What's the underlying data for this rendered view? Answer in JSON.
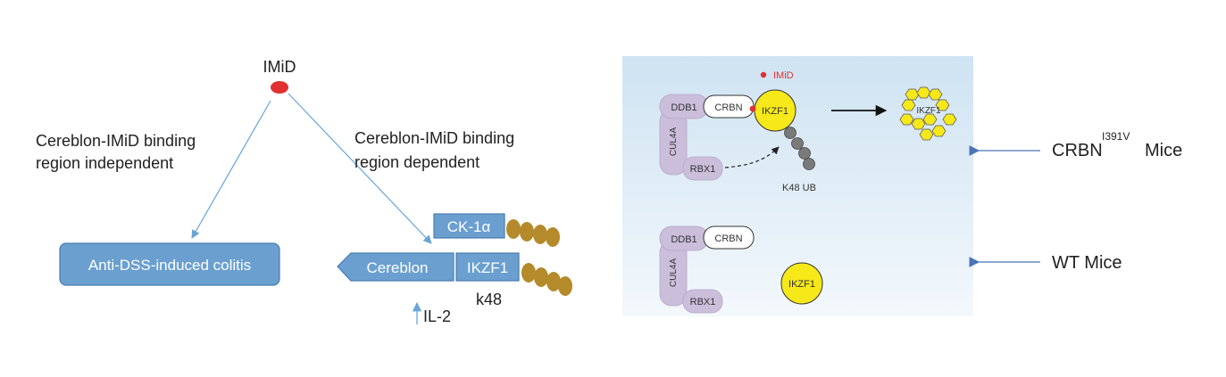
{
  "left_panel": {
    "imid_label": "IMiD",
    "independent_label_line1": "Cereblon-IMiD binding",
    "independent_label_line2": "region independent",
    "dependent_label_line1": "Cereblon-IMiD binding",
    "dependent_label_line2": "region dependent",
    "colitis_box": "Anti-DSS-induced colitis",
    "ck1a_box": "CK-1α",
    "cereblon_box": "Cereblon",
    "ikzf1_box": "IKZF1",
    "k48_label": "k48",
    "il2_label": "IL-2"
  },
  "right_panel": {
    "imid_legend": "IMiD",
    "top_complex": {
      "ddb1": "DDB1",
      "crbn": "CRBN",
      "cul4a": "CUL4A",
      "rbx1": "RBX1",
      "ikzf1": "IKZF1",
      "k48ub": "K48 UB",
      "degraded_label": "IKZF1"
    },
    "bottom_complex": {
      "ddb1": "DDB1",
      "crbn": "CRBN",
      "cul4a": "CUL4A",
      "rbx1": "RBX1",
      "ikzf1": "IKZF1"
    }
  },
  "mouse_labels": {
    "crbn_main": "CRBN",
    "crbn_superscript": "I391V",
    "crbn_suffix": "Mice",
    "wt": "WT Mice"
  },
  "colors": {
    "box_blue": "#6a9fd0",
    "box_border": "#4a7db0",
    "arrow_blue": "#6aa5d6",
    "bead_gold": "#b48a2a",
    "imid_red": "#e03030",
    "complex_purple": "#cbbedb",
    "ikzf1_yellow": "#f7e81a",
    "ub_gray": "#7a7a7a",
    "panel_top": "#cfe3f2",
    "panel_bottom": "#f3f8fc",
    "mice_arrow": "#4a74b8"
  }
}
